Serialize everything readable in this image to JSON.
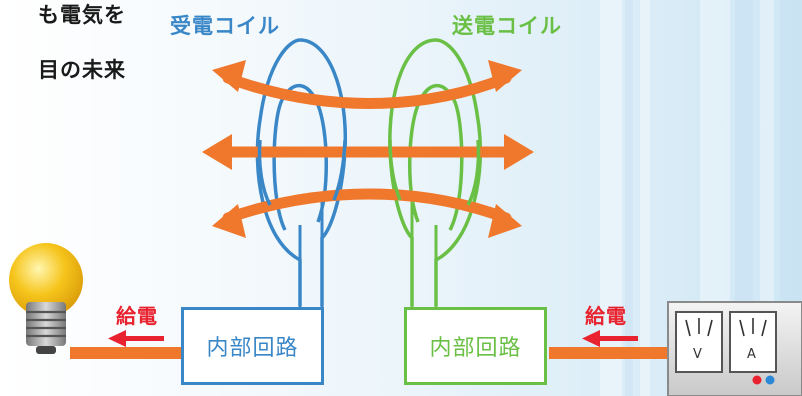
{
  "headline": {
    "line1": "も電気を",
    "line2": "目の未来"
  },
  "coils": {
    "receive_label": "受電コイル",
    "send_label": "送電コイル",
    "receive_color": "#3a87c8",
    "send_color": "#6abf45"
  },
  "circuits": {
    "left_box": "内部回路",
    "right_box": "内部回路"
  },
  "feed": {
    "left_label": "給電",
    "right_label": "給電",
    "color": "#e8232f",
    "wire_color": "#f0782d"
  },
  "meter": {
    "volt_label": "V",
    "amp_label": "A"
  },
  "colors": {
    "field_arrow": "#f0782d",
    "bulb": "#f6c51c"
  }
}
